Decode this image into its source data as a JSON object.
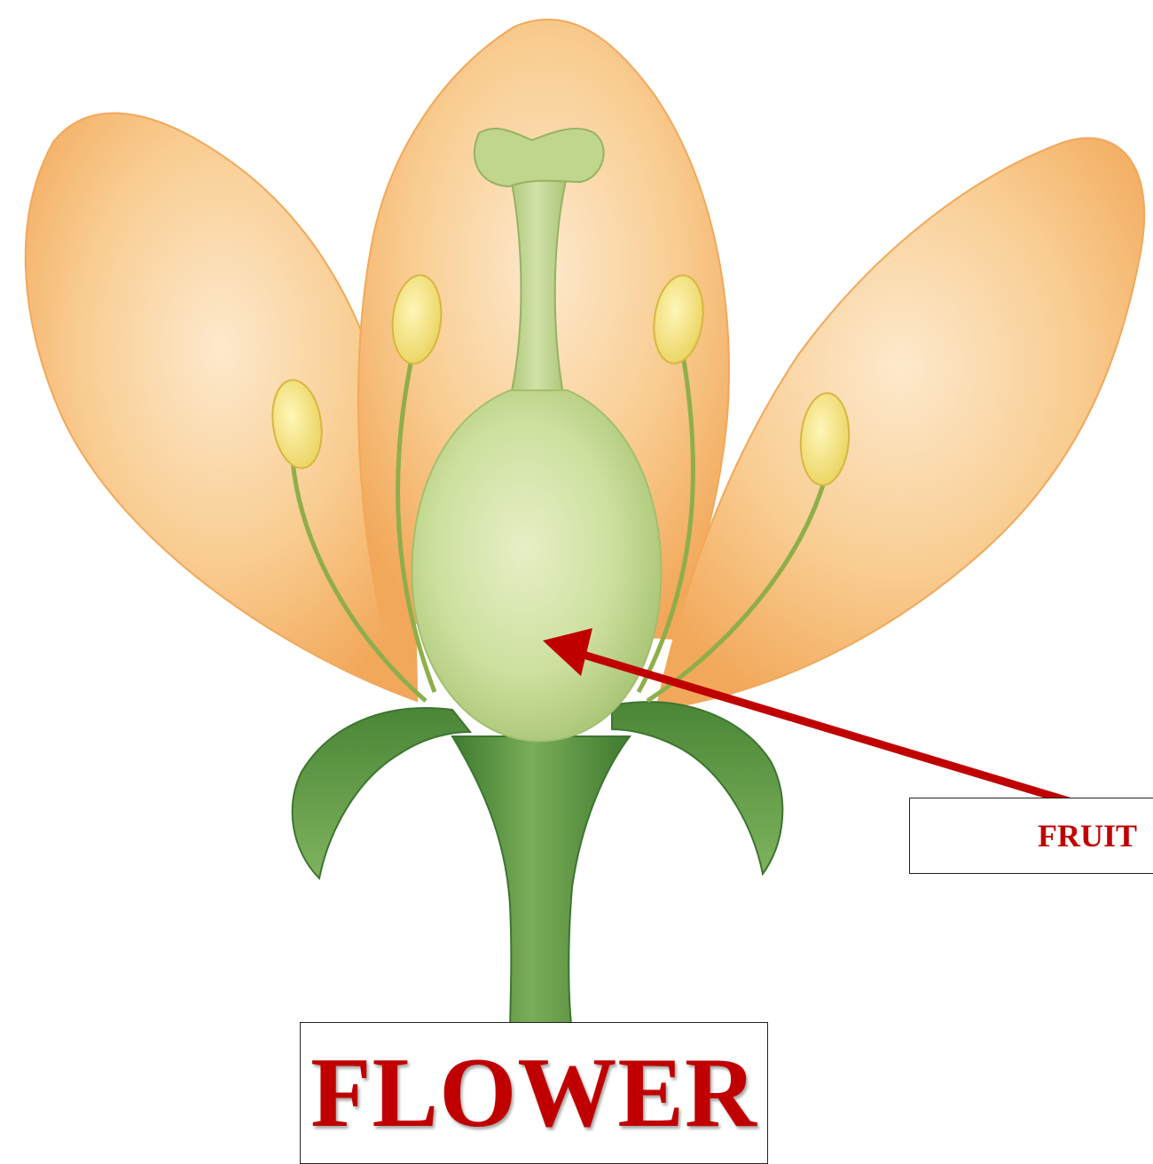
{
  "labels": {
    "fruit": "FRUIT",
    "flower": "FLOWER"
  },
  "colors": {
    "petal": "#f6b56a",
    "petal_highlight": "#fde6c4",
    "sepal": "#5e9a42",
    "stem": "#4f8a3a",
    "pistil": "#c9dc97",
    "ovary": "#cfe0a0",
    "anther": "#f3e27a",
    "filament": "#8fae4a",
    "arrow": "#c00000",
    "label_text": "#c00000"
  },
  "parts": [
    "petal",
    "sepal",
    "stem",
    "stigma",
    "style",
    "ovary",
    "anther",
    "filament"
  ]
}
